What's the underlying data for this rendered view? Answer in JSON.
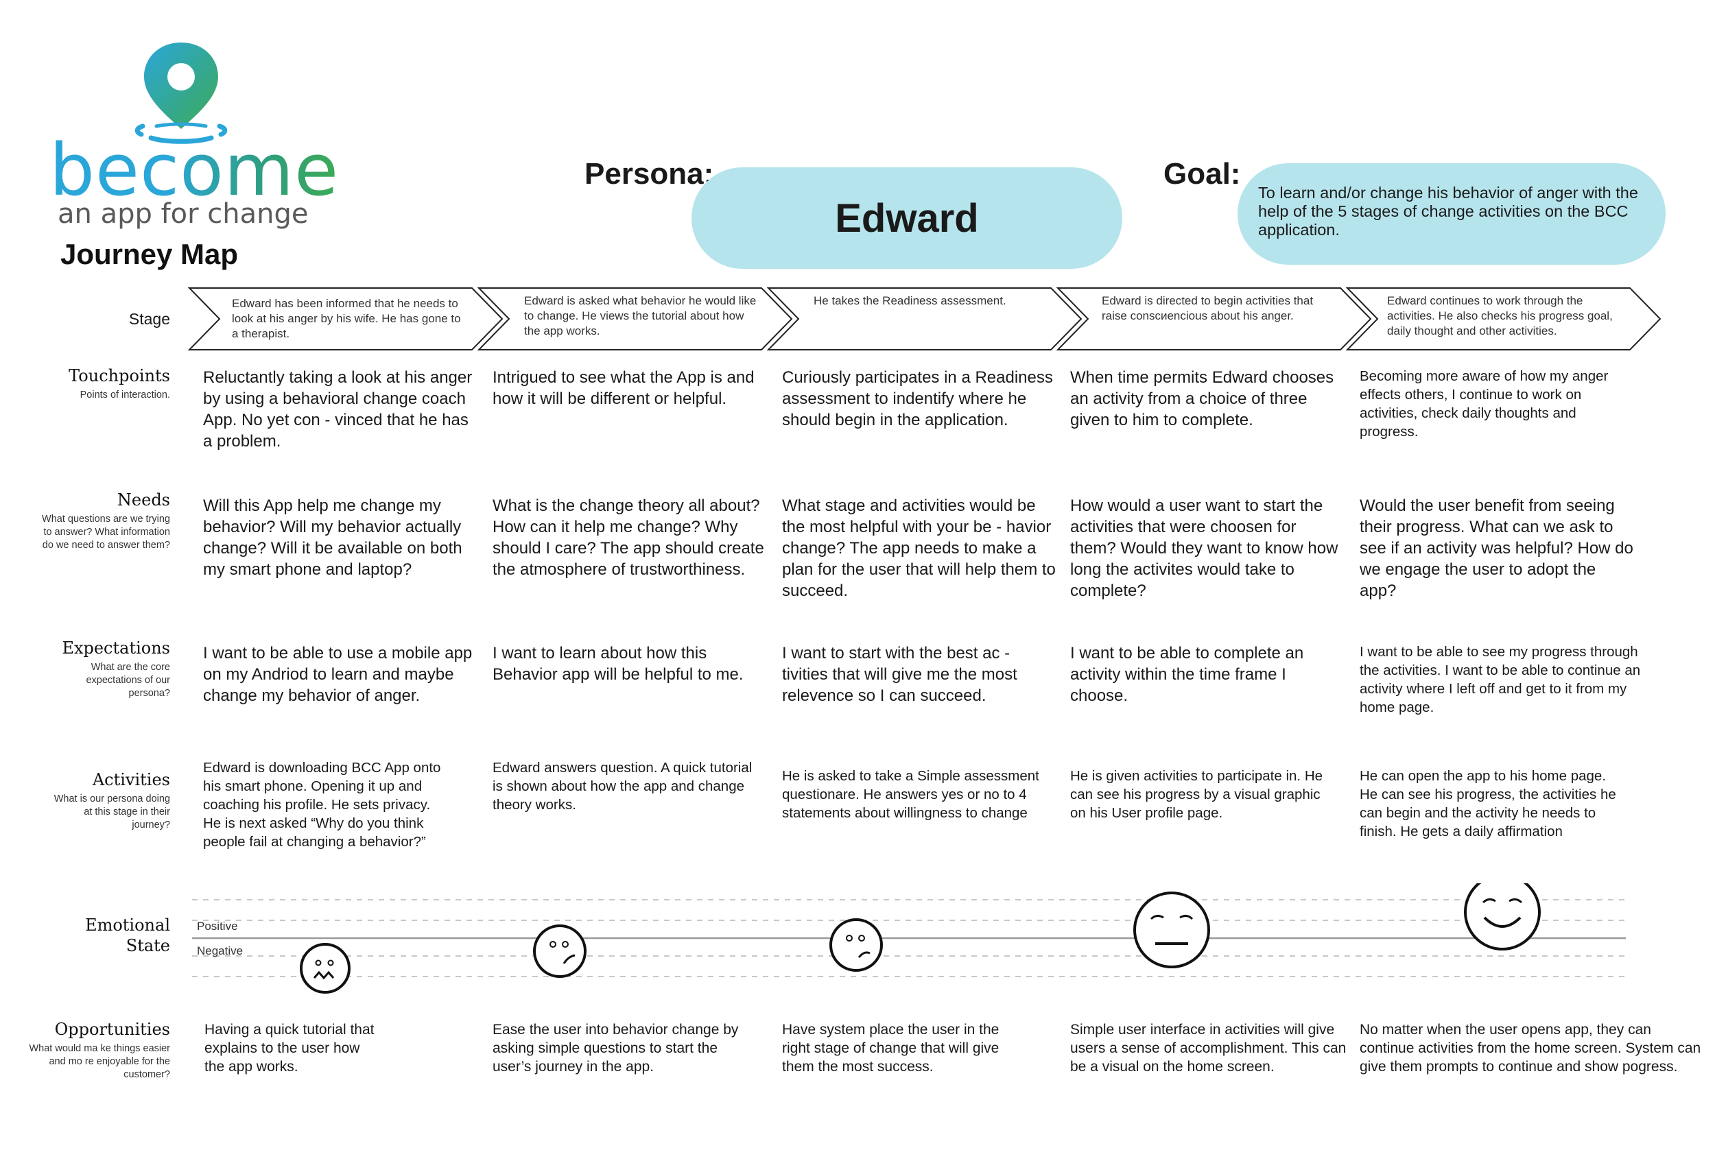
{
  "brand": {
    "name": "become",
    "tagline": "an app for change",
    "title": "Journey Map",
    "colors": {
      "blue": "#2aa6d9",
      "green": "#3daa56",
      "pill": "#b6e4ec"
    }
  },
  "persona": {
    "label": "Persona:",
    "name": "Edward"
  },
  "goal": {
    "label": "Goal:",
    "text": "To learn and/or change his behavior of anger with the help of the 5 stages of change activities on the BCC application."
  },
  "rows": {
    "stage": {
      "title": "Stage"
    },
    "touchpoints": {
      "title": "Touchpoints",
      "sub": "Points of interaction."
    },
    "needs": {
      "title": "Needs",
      "sub": "What questions are we trying to answer? What information do we need to answer them?"
    },
    "expectations": {
      "title": "Expectations",
      "sub": "What are the core expectations of our persona?"
    },
    "activities": {
      "title": "Activities",
      "sub": "What is our persona doing at this stage in their journey?"
    },
    "emotional": {
      "title": "Emotional State",
      "positive": "Positive",
      "negative": "Negative"
    },
    "opportunities": {
      "title": "Opportunities",
      "sub": "What would ma ke things easier and mo re enjoyable for the customer?"
    }
  },
  "stages": [
    "Edward has been informed that he needs to look at his anger by his wife. He has gone to a therapist.",
    "Edward is asked what behavior he would like to change. He views the tutorial about how the app works.",
    "He takes the Readiness assessment.",
    "Edward is directed to begin activities that raise conscиencious about his anger.",
    "Edward continues to work through the activities. He also checks his progress goal, daily thought and other activities."
  ],
  "touchpoints": [
    "Reluctantly taking a look at his anger by using a behavioral change coach App. No yet con - vinced that he has a problem.",
    "Intrigued to see what the App is and how it will be different or helpful.",
    "Curiously participates in a Readiness assessment to indentify where he should begin in the application.",
    "When time permits Edward chooses an activity from a choice of three given to him to complete.",
    "Becoming more aware of how my anger effects others, I continue to work on activities, check daily thoughts and progress."
  ],
  "needs": [
    "Will this App help me change my behavior? Will my behavior actually change? Will it be available on both my smart phone and laptop?",
    "What is the change theory all about? How can it help me change? Why should I care? The app should create the atmosphere of trustworthiness.",
    "What stage and activities would be the most helpful with your be - havior change? The app needs to make a plan for the user that will help them to succeed.",
    "How would a user want to start the activities that were choosen for them? Would they want to know how long the activites would take to complete?",
    "Would the user benefit from seeing their progress. What can we ask to see if an activity was helpful? How do we engage the user to adopt the app?"
  ],
  "expectations": [
    "I want to be able to use a mobile app on my Andriod to learn and maybe change my behavior of anger.",
    "I want to learn about how this Behavior app will be helpful to me.",
    "I want to start with the best ac - tivities that will give me the most relevence so I can succeed.",
    "I want to be able to complete an activity within the time frame I choose.",
    "I want to be able to see my progress through the activities. I want to be able to continue an activity where I left off and get to it from my home page."
  ],
  "activities": [
    "Edward is downloading BCC App onto his smart phone. Opening it up and coaching his profile. He sets privacy. He is next  asked “Why do you think  people fail at changing a behavior?”",
    "Edward answers question. A quick tutorial is shown about how the app and change theory works.",
    "He is asked to take a Simple assessment questionare. He answers yes or no to 4 statements about willingness to change",
    "He is given activities to participate in. He can see his progress by a visual graphic on his User profile page.",
    "He can open the app to his home page. He can see his progress, the activities he can begin and the activity he needs to finish. He gets a daily affirmation"
  ],
  "emotions": [
    {
      "stage": 1,
      "face": "anxious-face-icon"
    },
    {
      "stage": 2,
      "face": "frown-face-icon"
    },
    {
      "stage": 3,
      "face": "worried-face-icon"
    },
    {
      "stage": 4,
      "face": "neutral-face-icon"
    },
    {
      "stage": 5,
      "face": "smile-face-icon"
    }
  ],
  "opportunities": [
    "Having a quick tutorial that explains to the user how the app works.",
    "Ease the user into behavior change by asking simple questions to start the user’s journey in the app.",
    "Have system place the user in the right stage of change that will give them the most success.",
    "Simple user interface in activities will give users a sense of accomplishment. This can be a visual on the home screen.",
    "No matter when the user opens app, they can continue activities from the home screen. System can give them prompts to continue and show pogress."
  ]
}
